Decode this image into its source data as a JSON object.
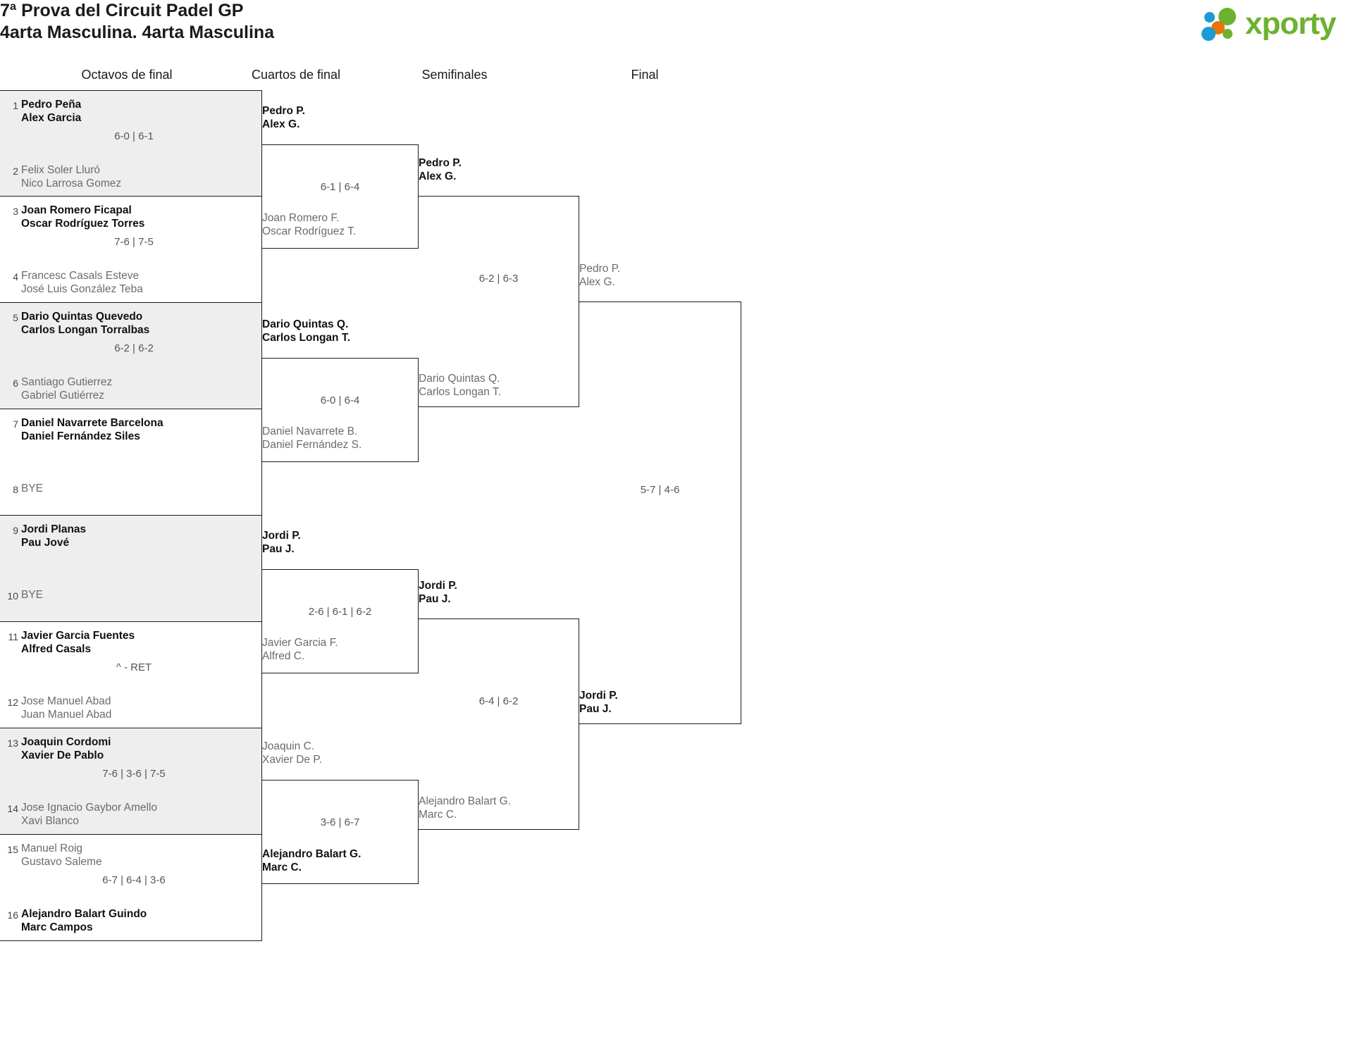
{
  "header": {
    "title_line1": "7ª Prova del Circuit Padel GP",
    "title_line2": "4arta Masculina. 4arta Masculina",
    "logo_text": "xporty",
    "logo_colors": {
      "green": "#6cb22e",
      "blue": "#1c9ad6",
      "orange": "#e8730c"
    }
  },
  "rounds": [
    {
      "label": "Octavos de final"
    },
    {
      "label": "Cuartos de final"
    },
    {
      "label": "Semifinales"
    },
    {
      "label": "Final"
    }
  ],
  "round_of_16": [
    {
      "shaded": true,
      "score": "6-0 | 6-1",
      "top": {
        "seed": "1",
        "line1": "Pedro Peña",
        "line2": "Alex Garcia",
        "result": "win"
      },
      "bottom": {
        "seed": "2",
        "line1": "Felix Soler Lluró",
        "line2": "Nico Larrosa Gomez",
        "result": "lose"
      }
    },
    {
      "shaded": false,
      "score": "7-6 | 7-5",
      "top": {
        "seed": "3",
        "line1": "Joan Romero Ficapal",
        "line2": "Oscar Rodríguez Torres",
        "result": "win"
      },
      "bottom": {
        "seed": "4",
        "line1": "Francesc Casals Esteve",
        "line2": "José Luis González Teba",
        "result": "lose"
      }
    },
    {
      "shaded": true,
      "score": "6-2 | 6-2",
      "top": {
        "seed": "5",
        "line1": "Dario Quintas Quevedo",
        "line2": "Carlos Longan Torralbas",
        "result": "win"
      },
      "bottom": {
        "seed": "6",
        "line1": "Santiago Gutierrez",
        "line2": "Gabriel Gutiérrez",
        "result": "lose"
      }
    },
    {
      "shaded": false,
      "score": "",
      "top": {
        "seed": "7",
        "line1": "Daniel Navarrete Barcelona",
        "line2": "Daniel Fernández Siles",
        "result": "win"
      },
      "bottom": {
        "seed": "8",
        "line1": "BYE",
        "line2": "",
        "result": "bye"
      }
    },
    {
      "shaded": true,
      "score": "",
      "top": {
        "seed": "9",
        "line1": "Jordi Planas",
        "line2": "Pau Jové",
        "result": "win"
      },
      "bottom": {
        "seed": "10",
        "line1": "BYE",
        "line2": "",
        "result": "bye"
      }
    },
    {
      "shaded": false,
      "score": "^ - RET",
      "top": {
        "seed": "11",
        "line1": "Javier Garcia Fuentes",
        "line2": "Alfred Casals",
        "result": "win"
      },
      "bottom": {
        "seed": "12",
        "line1": "Jose Manuel Abad",
        "line2": "Juan Manuel Abad",
        "result": "lose"
      }
    },
    {
      "shaded": true,
      "score": "7-6 | 3-6 | 7-5",
      "top": {
        "seed": "13",
        "line1": "Joaquin Cordomi",
        "line2": "Xavier De Pablo",
        "result": "win"
      },
      "bottom": {
        "seed": "14",
        "line1": "Jose Ignacio Gaybor Amello",
        "line2": "Xavi Blanco",
        "result": "lose"
      }
    },
    {
      "shaded": false,
      "score": "6-7 | 6-4 | 3-6",
      "top": {
        "seed": "15",
        "line1": "Manuel Roig",
        "line2": "Gustavo Saleme",
        "result": "lose"
      },
      "bottom": {
        "seed": "16",
        "line1": "Alejandro Balart Guindo",
        "line2": "Marc Campos",
        "result": "win"
      }
    }
  ],
  "quarter_finals": [
    {
      "score": "6-1 | 6-4",
      "top": {
        "line1": "Pedro P.",
        "line2": "Alex G.",
        "result": "win"
      },
      "bottom": {
        "line1": "Joan Romero F.",
        "line2": "Oscar Rodríguez T.",
        "result": "lose"
      }
    },
    {
      "score": "6-0 | 6-4",
      "top": {
        "line1": "Dario Quintas Q.",
        "line2": "Carlos Longan T.",
        "result": "win"
      },
      "bottom": {
        "line1": "Daniel Navarrete B.",
        "line2": "Daniel Fernández S.",
        "result": "lose"
      }
    },
    {
      "score": "2-6 | 6-1 | 6-2",
      "top": {
        "line1": "Jordi P.",
        "line2": "Pau J.",
        "result": "win"
      },
      "bottom": {
        "line1": "Javier Garcia F.",
        "line2": "Alfred C.",
        "result": "lose"
      }
    },
    {
      "score": "3-6 | 6-7",
      "top": {
        "line1": "Joaquin C.",
        "line2": "Xavier De P.",
        "result": "lose"
      },
      "bottom": {
        "line1": "Alejandro Balart G.",
        "line2": "Marc C.",
        "result": "win"
      }
    }
  ],
  "semi_finals": [
    {
      "score": "6-2 | 6-3",
      "top": {
        "line1": "Pedro P.",
        "line2": "Alex G.",
        "result": "win"
      },
      "bottom": {
        "line1": "Dario Quintas Q.",
        "line2": "Carlos Longan T.",
        "result": "lose"
      }
    },
    {
      "score": "6-4 | 6-2",
      "top": {
        "line1": "Jordi P.",
        "line2": "Pau J.",
        "result": "win"
      },
      "bottom": {
        "line1": "Alejandro Balart G.",
        "line2": "Marc C.",
        "result": "lose"
      }
    }
  ],
  "final": [
    {
      "score": "5-7 | 4-6",
      "top": {
        "line1": "Pedro P.",
        "line2": "Alex G.",
        "result": "lose"
      },
      "bottom": {
        "line1": "Jordi P.",
        "line2": "Pau J.",
        "result": "win"
      }
    }
  ]
}
